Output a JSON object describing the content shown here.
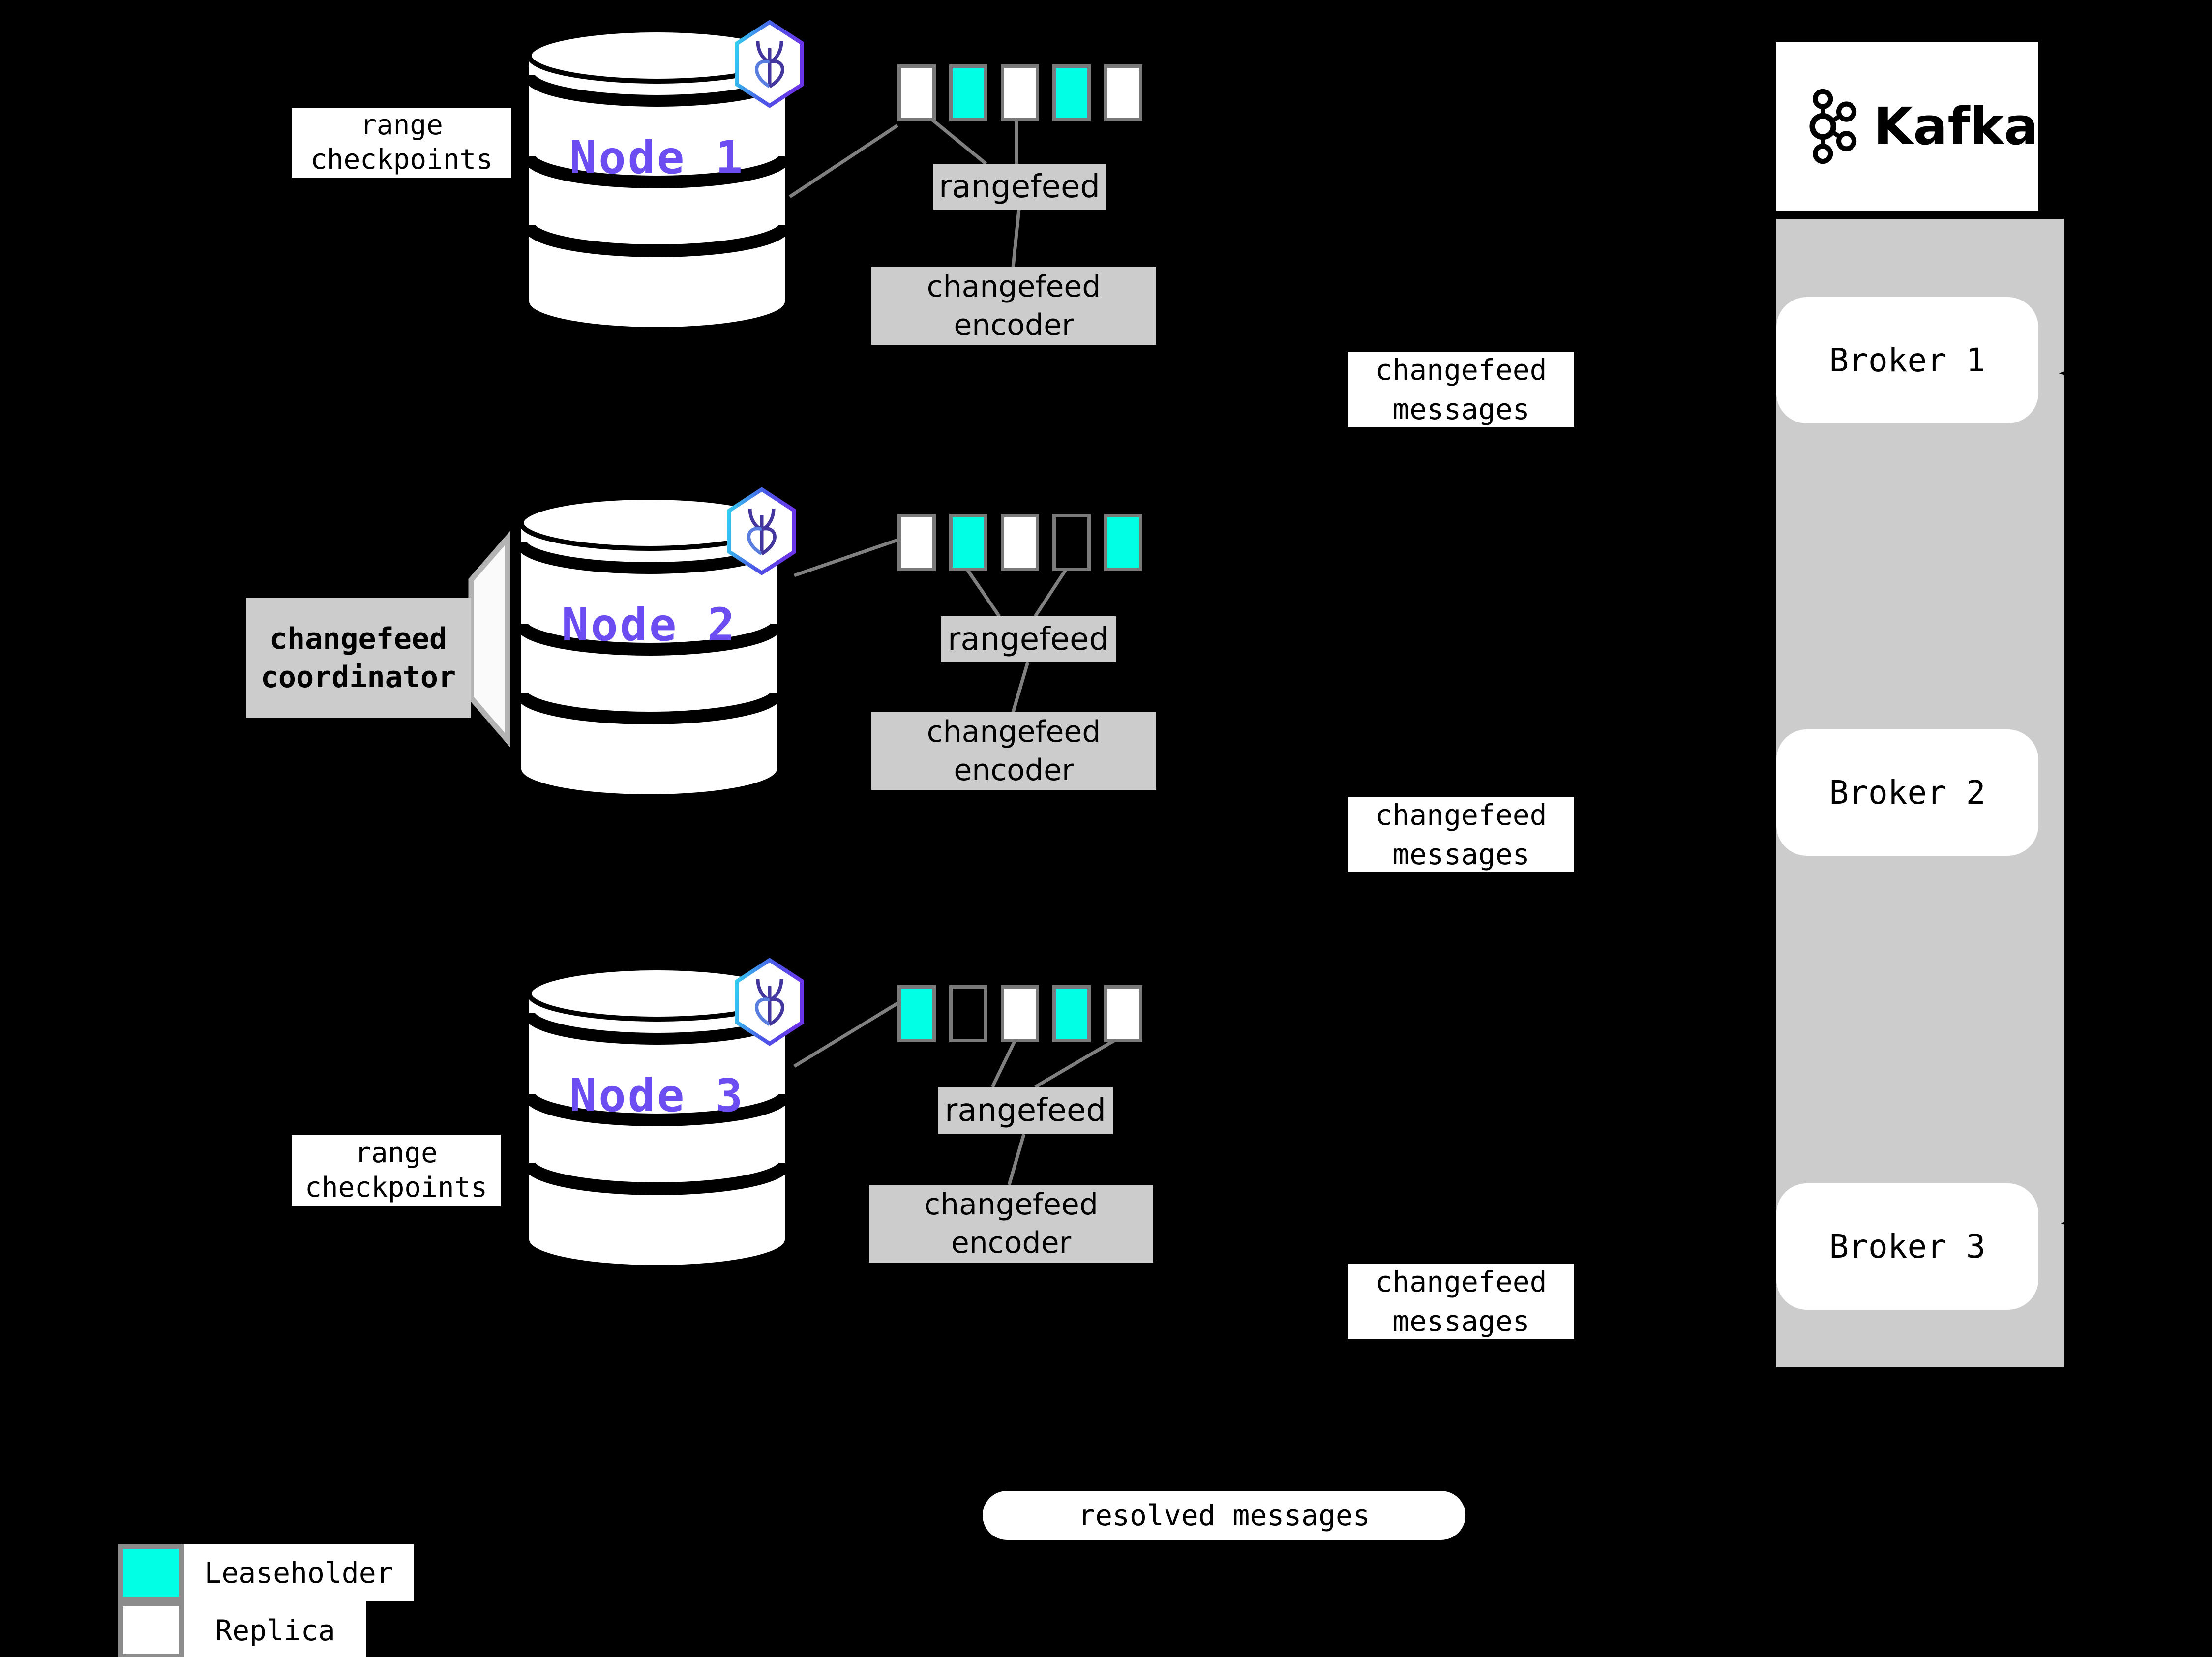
{
  "colors": {
    "leaseholder": "#00ffe5",
    "replica": "#ffffff",
    "node_label": "#6b4df2",
    "box_gray": "#cccccc",
    "line_gray": "#808080",
    "border_gray": "#7a7a7a"
  },
  "nodes": [
    {
      "name": "Node 1",
      "ranges": [
        "replica",
        "leaseholder",
        "replica",
        "leaseholder",
        "replica"
      ]
    },
    {
      "name": "Node 2",
      "ranges": [
        "replica",
        "leaseholder",
        "replica",
        "empty",
        "leaseholder"
      ]
    },
    {
      "name": "Node 3",
      "ranges": [
        "leaseholder",
        "empty",
        "replica",
        "leaseholder",
        "replica"
      ]
    }
  ],
  "labels": {
    "range_checkpoints": "range checkpoints",
    "changefeed_coordinator": "changefeed coordinator",
    "rangefeed": "rangefeed",
    "changefeed_encoder": "changefeed encoder",
    "changefeed_messages": "changefeed messages",
    "resolved_messages": "resolved messages"
  },
  "kafka": {
    "title": "Kafka",
    "brokers": [
      "Broker 1",
      "Broker 2",
      "Broker 3"
    ]
  },
  "legend": [
    {
      "kind": "leaseholder",
      "label": "Leaseholder"
    },
    {
      "kind": "replica",
      "label": "Replica"
    }
  ]
}
